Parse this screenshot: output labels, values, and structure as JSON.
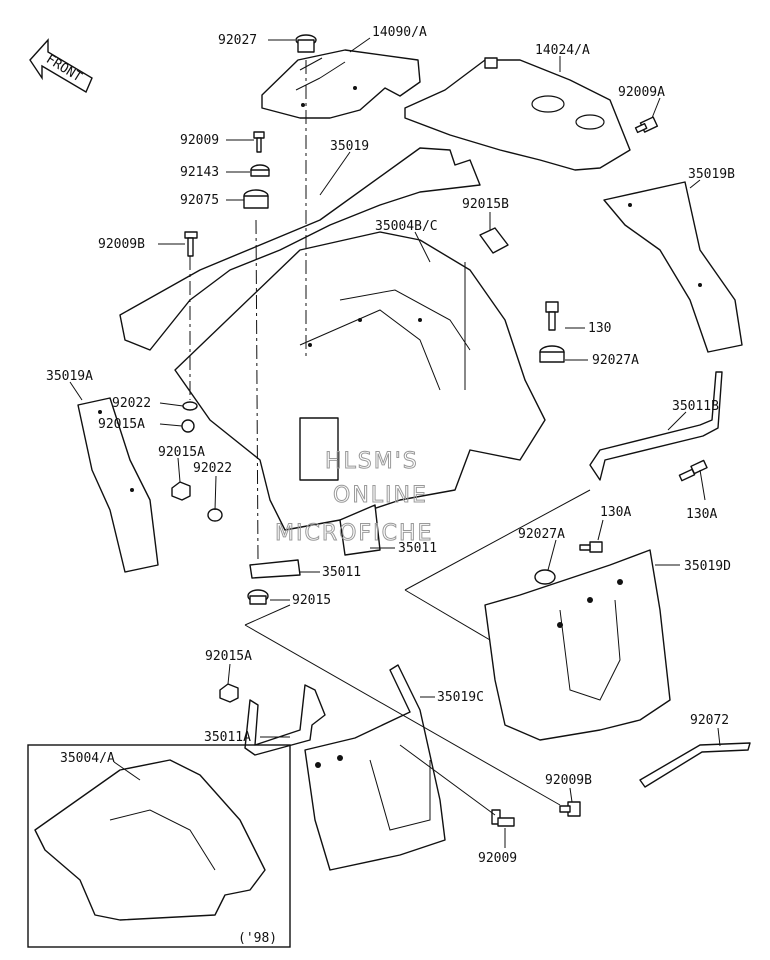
{
  "orientation": {
    "front_text": "FRONT"
  },
  "inset": {
    "note": "('98)"
  },
  "watermark": {
    "line1": "HLSM'S",
    "line2": "ONLINE",
    "line3": "MICROFICHE"
  },
  "labels": {
    "l92027": "92027",
    "l14090A": "14090/A",
    "l14024A": "14024/A",
    "l92009A": "92009A",
    "l92009": "92009",
    "l92143": "92143",
    "l35019": "35019",
    "l35019B": "35019B",
    "l92075": "92075",
    "l35004BC": "35004B/C",
    "l92015B": "92015B",
    "l92009B": "92009B",
    "l130": "130",
    "l92027A": "92027A",
    "l35019A": "35019A",
    "l35011B": "35011B",
    "l92022a": "92022",
    "l92015Aa": "92015A",
    "l92015Ab": "92015A",
    "l92022b": "92022",
    "l130Aa": "130A",
    "l130Ab": "130A",
    "l35011a": "35011",
    "l35011b": "35011",
    "l92027Ab": "92027A",
    "l35019D": "35019D",
    "l92015": "92015",
    "l92015Ac": "92015A",
    "l35019C": "35019C",
    "l35011A": "35011A",
    "l35004A": "35004/A",
    "l92072": "92072",
    "l92009Bb": "92009B",
    "l92009b": "92009"
  }
}
